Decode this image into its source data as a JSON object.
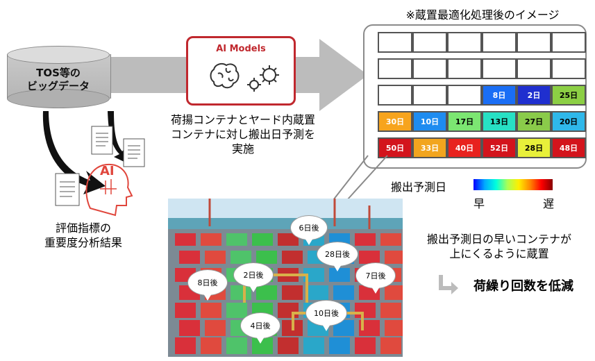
{
  "database": {
    "line1": "TOS等の",
    "line2": "ビッグデータ"
  },
  "ai_model": {
    "title": "AI Models",
    "ai_badge": "AI"
  },
  "analysis_caption": {
    "line1": "評価指標の",
    "line2": "重要度分析結果"
  },
  "prediction_caption": {
    "line1": "荷揚コンテナとヤード内蔵置",
    "line2": "コンテナに対し搬出日予測を",
    "line3": "実施"
  },
  "grid_title": "※蔵置最適化処理後のイメージ",
  "grid": {
    "rows": [
      [
        {
          "t": "",
          "c": "#ffffff"
        },
        {
          "t": "",
          "c": "#ffffff"
        },
        {
          "t": "",
          "c": "#ffffff"
        },
        {
          "t": "",
          "c": "#ffffff"
        },
        {
          "t": "",
          "c": "#ffffff"
        },
        {
          "t": "",
          "c": "#ffffff"
        }
      ],
      [
        {
          "t": "",
          "c": "#ffffff"
        },
        {
          "t": "",
          "c": "#ffffff"
        },
        {
          "t": "",
          "c": "#ffffff"
        },
        {
          "t": "",
          "c": "#ffffff"
        },
        {
          "t": "",
          "c": "#ffffff"
        },
        {
          "t": "",
          "c": "#ffffff"
        }
      ],
      [
        {
          "t": "",
          "c": "#ffffff"
        },
        {
          "t": "",
          "c": "#ffffff"
        },
        {
          "t": "",
          "c": "#ffffff"
        },
        {
          "t": "8日",
          "c": "#1a6ef5",
          "f": "#ffffff"
        },
        {
          "t": "2日",
          "c": "#1f2fcf",
          "f": "#ffffff"
        },
        {
          "t": "25日",
          "c": "#8ccf44",
          "f": "#000000"
        }
      ],
      [
        {
          "t": "30日",
          "c": "#f7a41d",
          "f": "#ffffff"
        },
        {
          "t": "10日",
          "c": "#1e8cf0",
          "f": "#ffffff"
        },
        {
          "t": "17日",
          "c": "#7ce672",
          "f": "#000000"
        },
        {
          "t": "13日",
          "c": "#27e0c4",
          "f": "#000000"
        },
        {
          "t": "27日",
          "c": "#8acb4a",
          "f": "#000000"
        },
        {
          "t": "20日",
          "c": "#2fb8ea",
          "f": "#000000"
        }
      ],
      [
        {
          "t": "50日",
          "c": "#d3141c",
          "f": "#ffffff"
        },
        {
          "t": "33日",
          "c": "#f2a51e",
          "f": "#ffffff"
        },
        {
          "t": "40日",
          "c": "#e8221e",
          "f": "#ffffff"
        },
        {
          "t": "52日",
          "c": "#d3141c",
          "f": "#ffffff"
        },
        {
          "t": "28日",
          "c": "#e8f03a",
          "f": "#000000"
        },
        {
          "t": "48日",
          "c": "#d3141c",
          "f": "#ffffff"
        }
      ]
    ]
  },
  "legend": {
    "label": "搬出予測日",
    "early": "早",
    "late": "遅"
  },
  "bubbles": [
    "6日後",
    "28日後",
    "2日後",
    "8日後",
    "7日後",
    "10日後",
    "4日後"
  ],
  "result": {
    "line1": "搬出予測日の早いコンテナが",
    "line2": "上にくるように蔵置",
    "conclusion": "荷繰り回数を低減"
  },
  "colors": {
    "brand_red": "#c0282e",
    "arrow_gray": "#bcbcbc"
  },
  "icons": [
    "database-icon",
    "brain-icon",
    "gears-icon",
    "document-icon",
    "ai-head-icon",
    "turn-arrow-icon"
  ]
}
